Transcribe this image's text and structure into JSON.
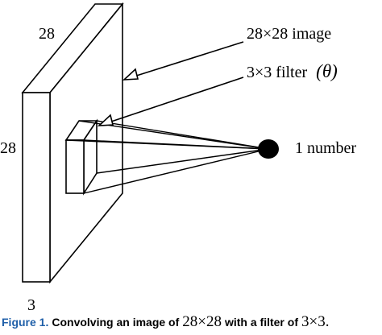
{
  "figure": {
    "labels": {
      "top_dimension": "28",
      "side_dimension": "28",
      "depth_dimension": "3",
      "image_label": "28×28 image",
      "filter_label_prefix": "3×3 filter",
      "filter_label_param": "(θ)",
      "output_label": "1 number"
    }
  },
  "caption": {
    "label": "Figure 1.",
    "text_before": "Convolving an image of",
    "math_image_size": "28×28",
    "text_middle": "with a filter of",
    "math_filter_size": "3×3."
  }
}
